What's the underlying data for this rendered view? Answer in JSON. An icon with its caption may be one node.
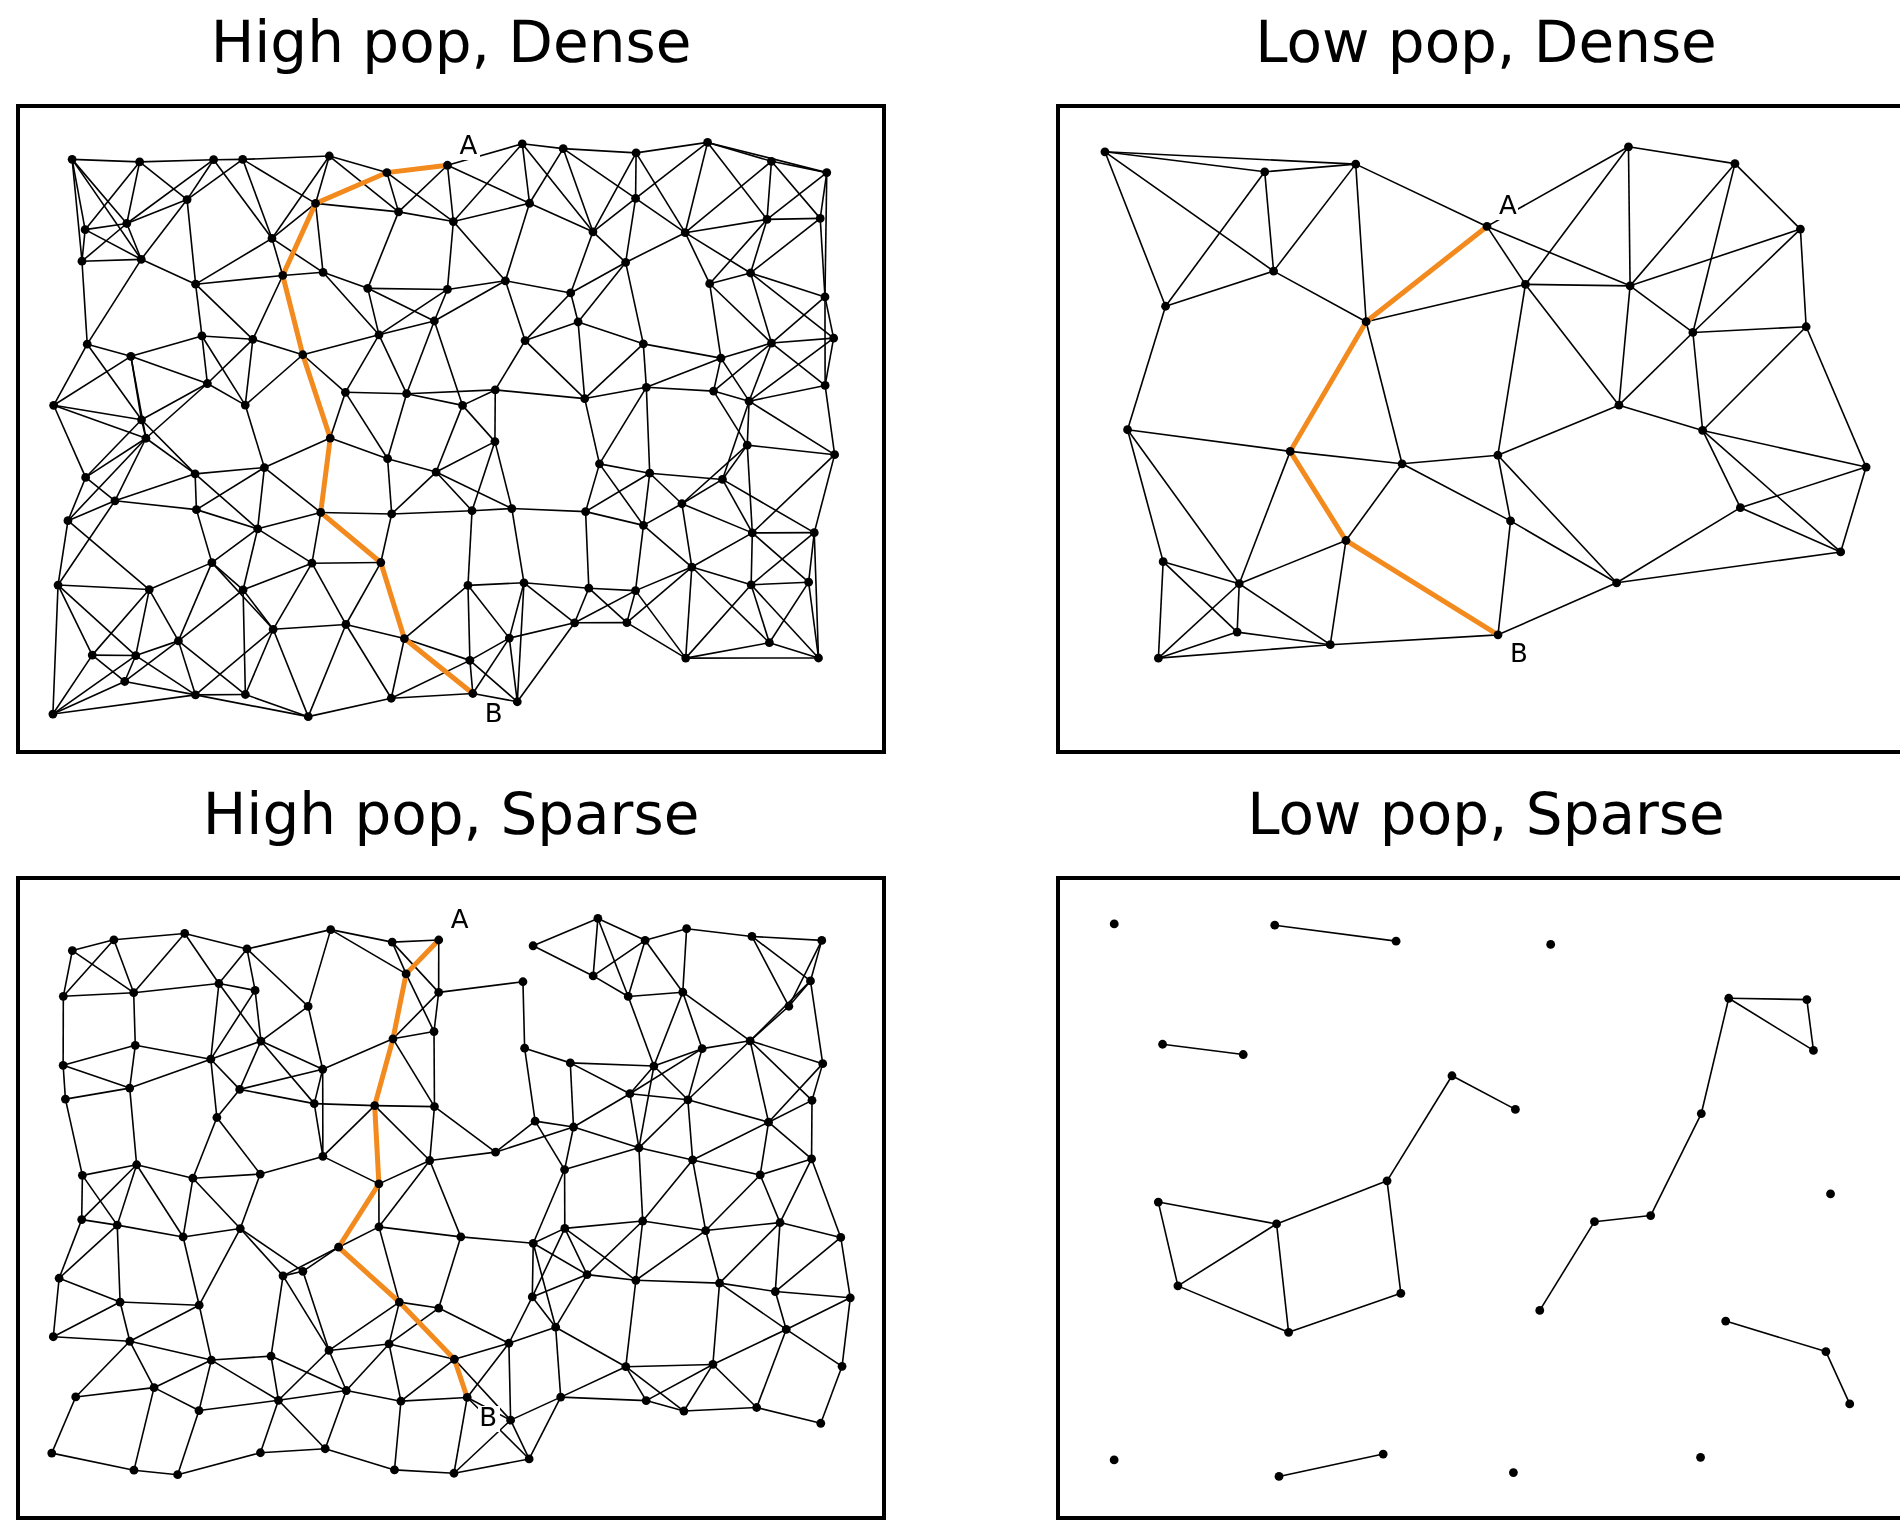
{
  "diagram": {
    "nodes": [
      {
        "text": [
          "High pop, Dense"
        ]
      },
      {
        "text": [
          "Low pop, Dense"
        ]
      },
      {
        "text": [
          "High pop, Sparse"
        ]
      },
      {
        "text": [
          "Low pop, Sparse"
        ]
      }
    ],
    "labels": [
      "A",
      "B",
      "A",
      "B",
      "A",
      "B"
    ]
  }
}
